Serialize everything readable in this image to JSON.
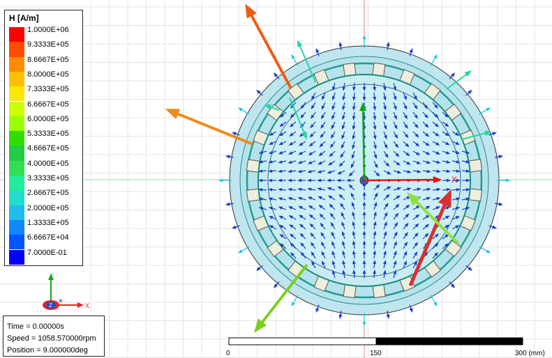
{
  "legend": {
    "title": "H [A/m]",
    "values": [
      "1.0000E+06",
      "9.3333E+05",
      "8.6667E+05",
      "8.0000E+05",
      "7.3333E+05",
      "6.6667E+05",
      "6.0000E+05",
      "5.3333E+05",
      "4.6667E+05",
      "4.0000E+05",
      "3.3333E+05",
      "2.6667E+05",
      "2.0000E+05",
      "1.3333E+05",
      "6.6667E+04",
      "7.0000E-01"
    ],
    "colors": [
      "#ff0000",
      "#ff4c00",
      "#ff8c00",
      "#ffbf00",
      "#ffe600",
      "#ccff00",
      "#99ff00",
      "#33dd00",
      "#22cc44",
      "#33dd55",
      "#22ee99",
      "#22ddcc",
      "#22bbee",
      "#1188ff",
      "#0055ff",
      "#0000ff"
    ]
  },
  "info": {
    "time": "Time    = 0.00000s",
    "speed": "Speed   = 1058.570000rpm",
    "position": "Position = 9.000000deg"
  },
  "triad": {
    "x": "X",
    "y": "Y",
    "z": "Z"
  },
  "plot_axis_x": "X",
  "scale": {
    "l0": "0",
    "l1": "150",
    "l2": "300 (mm)"
  }
}
